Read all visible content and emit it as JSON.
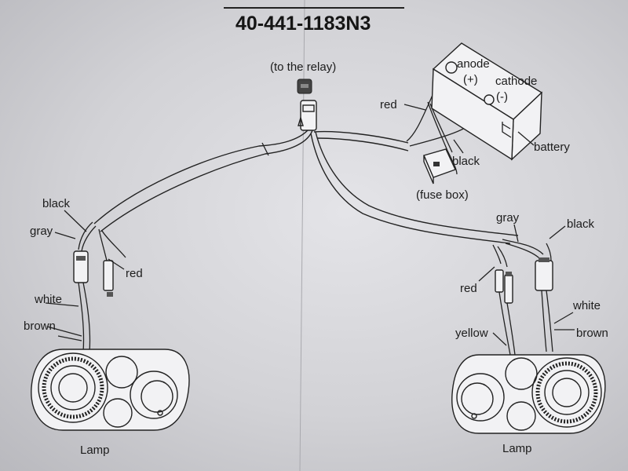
{
  "title": "40-441-1183N3",
  "labels": {
    "relay": "(to the relay)",
    "anode": "anode",
    "anode_sign": "(+)",
    "cathode": "cathode",
    "cathode_sign": "(-)",
    "red_top": "red",
    "battery": "battery",
    "black_battery": "black",
    "fuse_box": "(fuse box)",
    "left_black": "black",
    "left_gray": "gray",
    "left_red": "red",
    "left_white": "white",
    "left_brown": "brown",
    "left_lamp": "Lamp",
    "right_gray": "gray",
    "right_black": "black",
    "right_red": "red",
    "right_white": "white",
    "right_brown": "brown",
    "right_yellow": "yellow",
    "right_lamp": "Lamp"
  },
  "components": {
    "relay_connector": "relay-connector",
    "battery": "battery",
    "fuse_box": "fuse-box",
    "left_lamp": "lamp-left",
    "right_lamp": "lamp-right"
  }
}
